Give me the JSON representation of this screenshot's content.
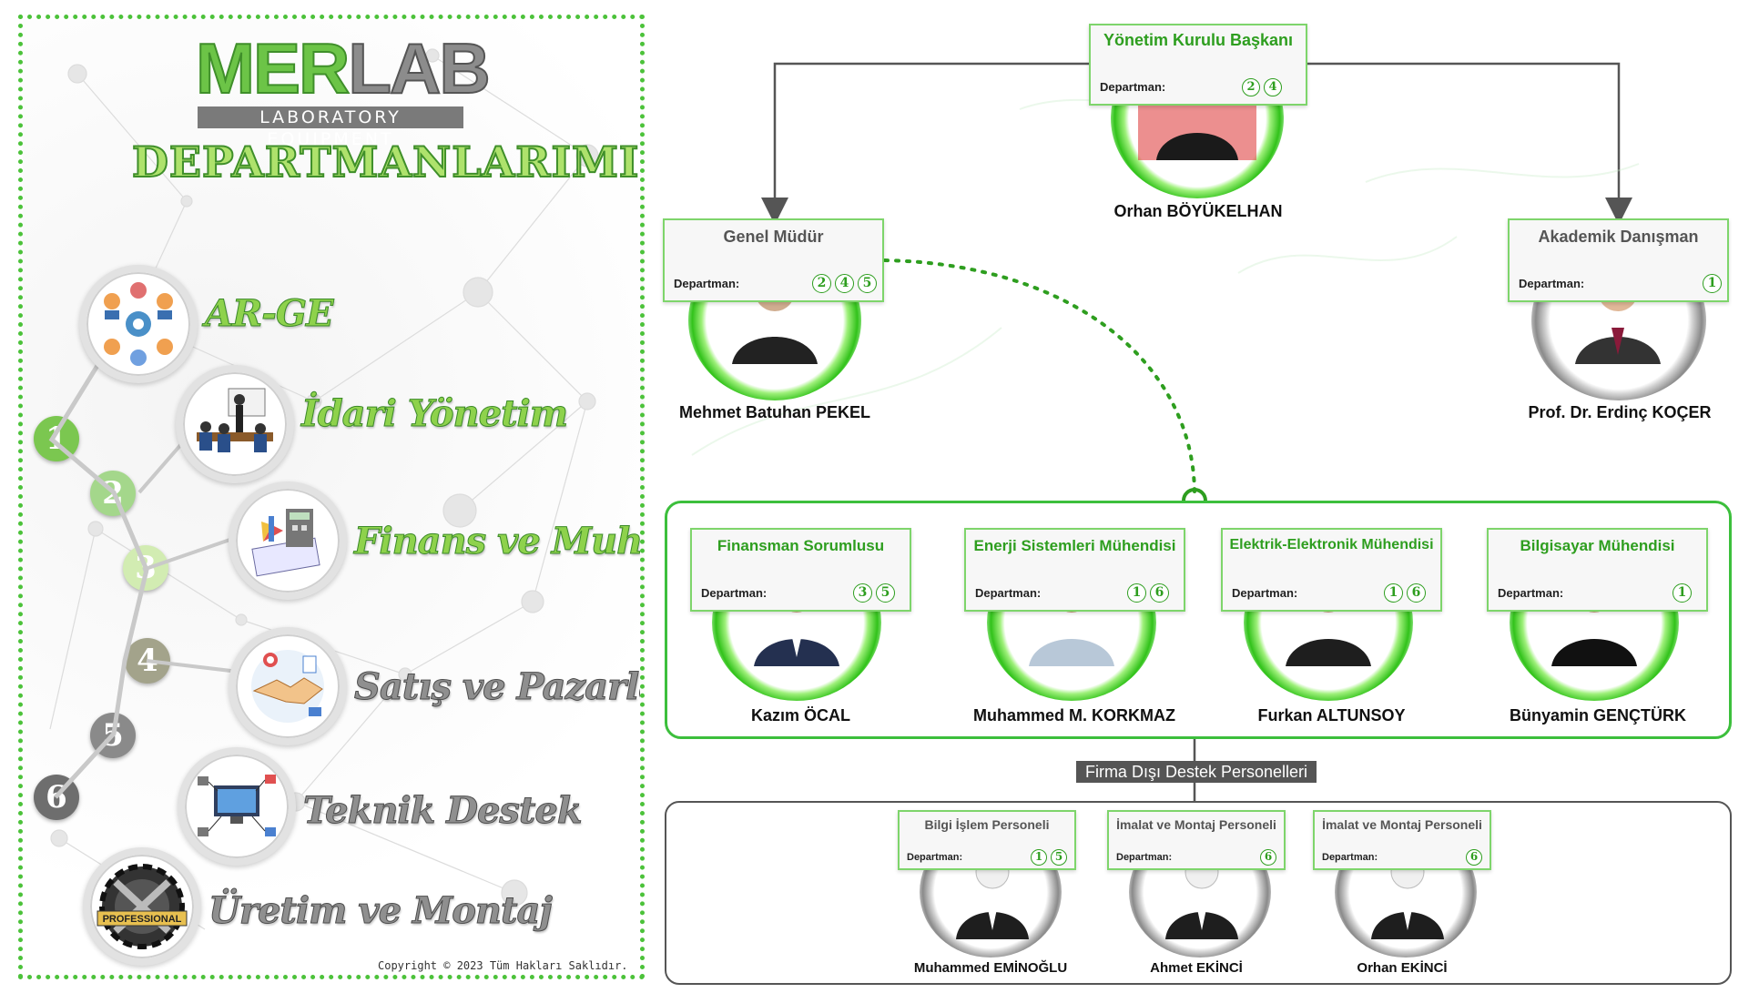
{
  "left_panel": {
    "logo": {
      "part1": "MER",
      "part2": "LAB",
      "tagline": "LABORATORY EQUIPMENT"
    },
    "title": "DEPARTMANLARIMIZ",
    "departments": [
      {
        "number": "1",
        "label": "AR-GE",
        "icon": "team-gears-icon"
      },
      {
        "number": "2",
        "label": "İdari Yönetim",
        "icon": "meeting-presentation-icon"
      },
      {
        "number": "3",
        "label": "Finans ve Muhasebe",
        "icon": "finance-calculator-chart-icon"
      },
      {
        "number": "4",
        "label": "Satış ve Pazarlama",
        "icon": "handshake-sales-icon"
      },
      {
        "number": "5",
        "label": "Teknik Destek",
        "icon": "technical-support-network-icon"
      },
      {
        "number": "6",
        "label": "Üretim ve Montaj",
        "icon": "professional-gear-wrench-icon"
      }
    ],
    "professional_badge": "PROFESSIONAL",
    "copyright": "Copyright © 2023 Tüm Hakları Saklıdır."
  },
  "org_chart": {
    "department_label": "Departman:",
    "top": {
      "title": "Yönetim Kurulu Başkanı",
      "badges": [
        "2",
        "4"
      ],
      "name": "Orhan BÖYÜKELHAN"
    },
    "level2": [
      {
        "title": "Genel Müdür",
        "badges": [
          "2",
          "4",
          "5"
        ],
        "name": "Mehmet Batuhan PEKEL"
      },
      {
        "title": "Akademik Danışman",
        "badges": [
          "1"
        ],
        "name": "Prof. Dr. Erdinç KOÇER"
      }
    ],
    "staff": [
      {
        "title": "Finansman Sorumlusu",
        "badges": [
          "3",
          "5"
        ],
        "name": "Kazım ÖCAL"
      },
      {
        "title": "Enerji Sistemleri Mühendisi",
        "badges": [
          "1",
          "6"
        ],
        "name": "Muhammed M. KORKMAZ"
      },
      {
        "title": "Elektrik-Elektronik Mühendisi",
        "badges": [
          "1",
          "6"
        ],
        "name": "Furkan ALTUNSOY"
      },
      {
        "title": "Bilgisayar Mühendisi",
        "badges": [
          "1"
        ],
        "name": "Bünyamin GENÇTÜRK"
      }
    ],
    "external_label": "Firma Dışı Destek Personelleri",
    "external": [
      {
        "title": "Bilgi İşlem Personeli",
        "badges": [
          "1",
          "5"
        ],
        "name": "Muhammed EMİNOĞLU"
      },
      {
        "title": "İmalat ve Montaj Personeli",
        "badges": [
          "6"
        ],
        "name": "Ahmet EKİNCİ"
      },
      {
        "title": "İmalat ve Montaj Personeli",
        "badges": [
          "6"
        ],
        "name": "Orhan EKİNCİ"
      }
    ]
  },
  "colors": {
    "accent_green": "#2e9e1f",
    "border_green": "#3cbf3c",
    "gray": "#555555"
  }
}
